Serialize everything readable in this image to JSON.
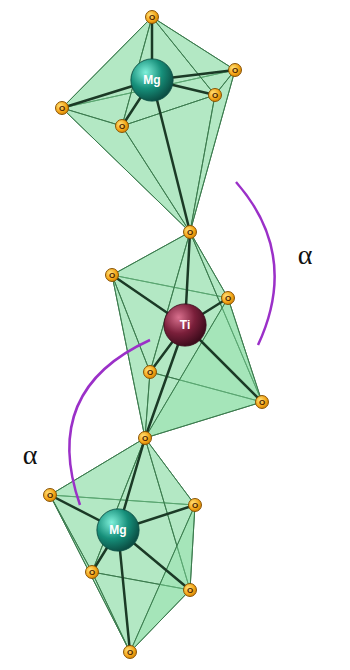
{
  "diagram": {
    "nodes": [
      {
        "text": [
          "Mg"
        ]
      },
      {
        "text": [
          "Ti"
        ]
      },
      {
        "text": [
          "Mg"
        ]
      }
    ],
    "labels": [
      "α",
      "α",
      "O",
      "O",
      "O",
      "O",
      "O",
      "O",
      "O",
      "O",
      "O",
      "O",
      "O",
      "O",
      "O",
      "O",
      "O",
      "O"
    ]
  }
}
